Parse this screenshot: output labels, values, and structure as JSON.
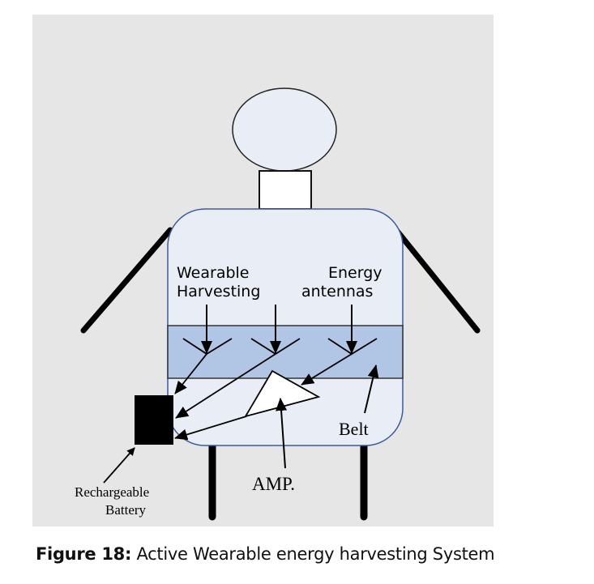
{
  "figure": {
    "labels": {
      "wearable": "Wearable",
      "energy": "Energy",
      "harvesting": "Harvesting",
      "antennas": "antennas",
      "belt": "Belt",
      "amp": "AMP.",
      "rechargeable": "Rechargeable",
      "battery": "Battery"
    },
    "colors": {
      "background": "#e6e6e6",
      "torso_fill": "#e9eef6",
      "torso_stroke": "#3a5aa0",
      "belt_fill": "#b1c5e5"
    }
  },
  "caption": {
    "number": "Figure 18:",
    "text": "Active Wearable energy harvesting System"
  }
}
